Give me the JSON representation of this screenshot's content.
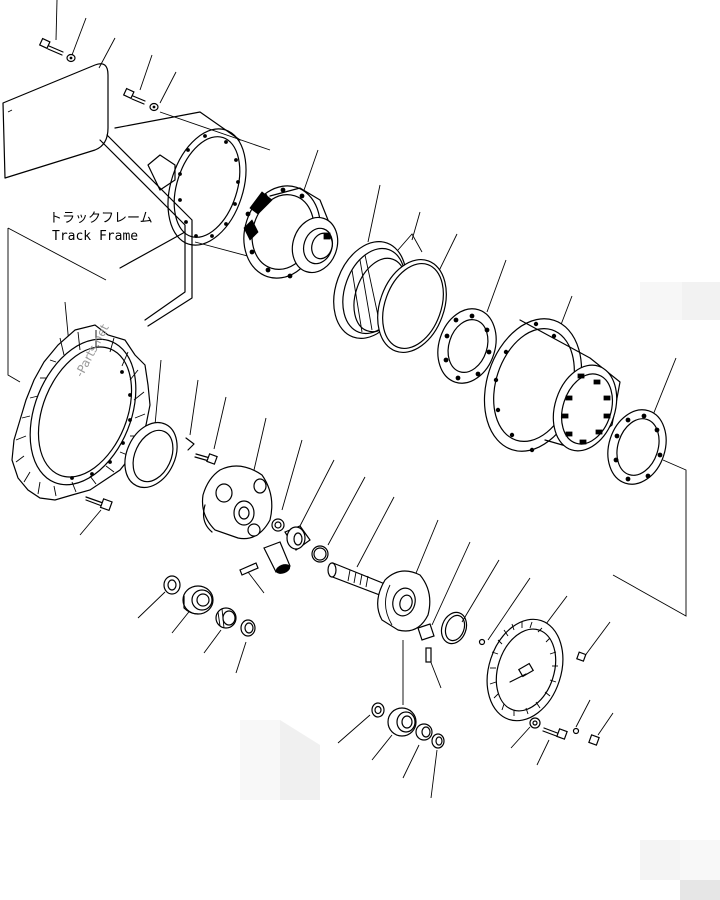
{
  "labels": {
    "track_frame_jp": "トラックフレーム",
    "track_frame_en": "Track Frame"
  },
  "watermark": "-Parts.net"
}
